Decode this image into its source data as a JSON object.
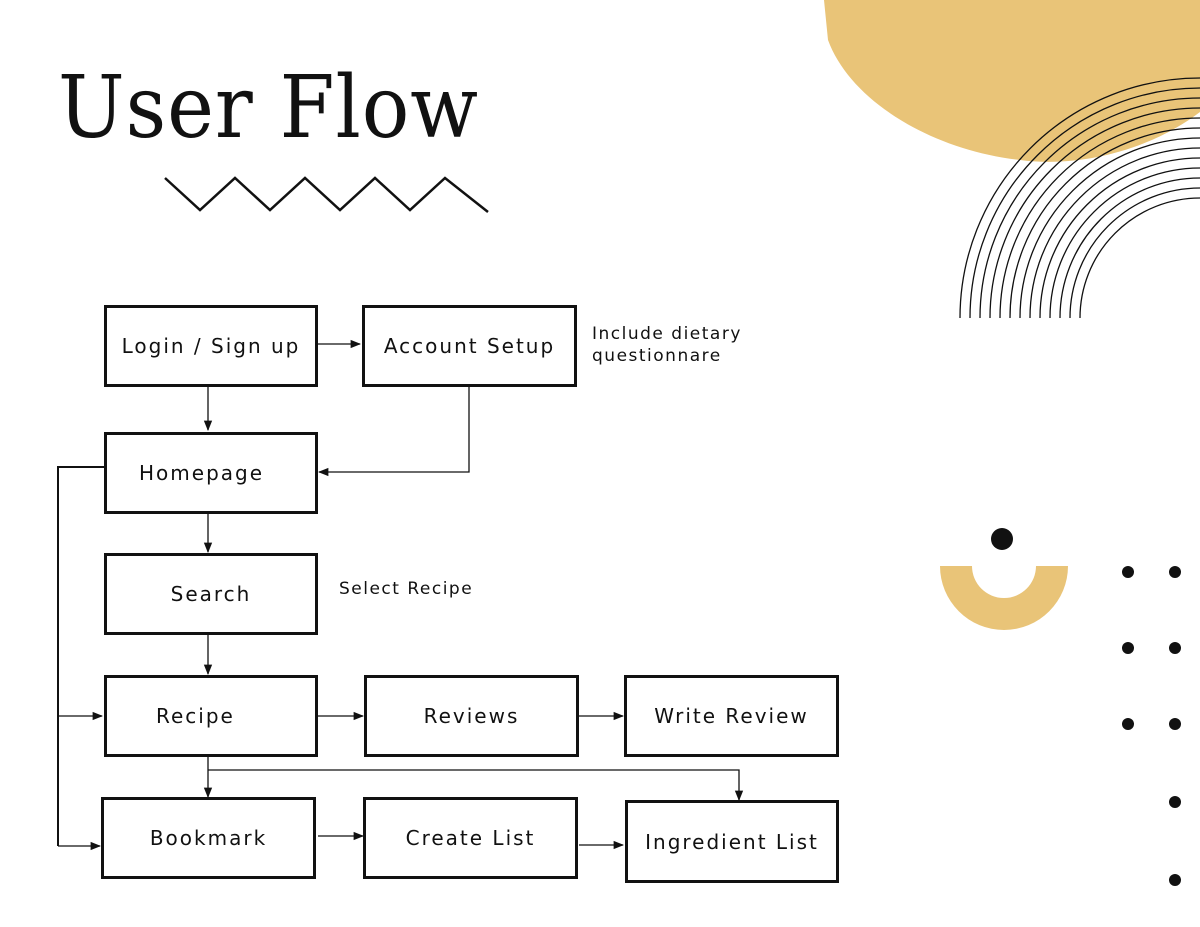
{
  "title": "User Flow",
  "nodes": {
    "login": "Login / Sign up",
    "account_setup": "Account Setup",
    "homepage": "Homepage",
    "search": "Search",
    "recipe": "Recipe",
    "reviews": "Reviews",
    "write_review": "Write Review",
    "bookmark": "Bookmark",
    "create_list": "Create List",
    "ingredient_list": "Ingredient List"
  },
  "notes": {
    "account_setup_note_line1": "Include dietary",
    "account_setup_note_line2": "questionnare",
    "search_note": "Select Recipe"
  },
  "colors": {
    "accent": "#e9c478",
    "ink": "#111111",
    "background": "#ffffff"
  }
}
